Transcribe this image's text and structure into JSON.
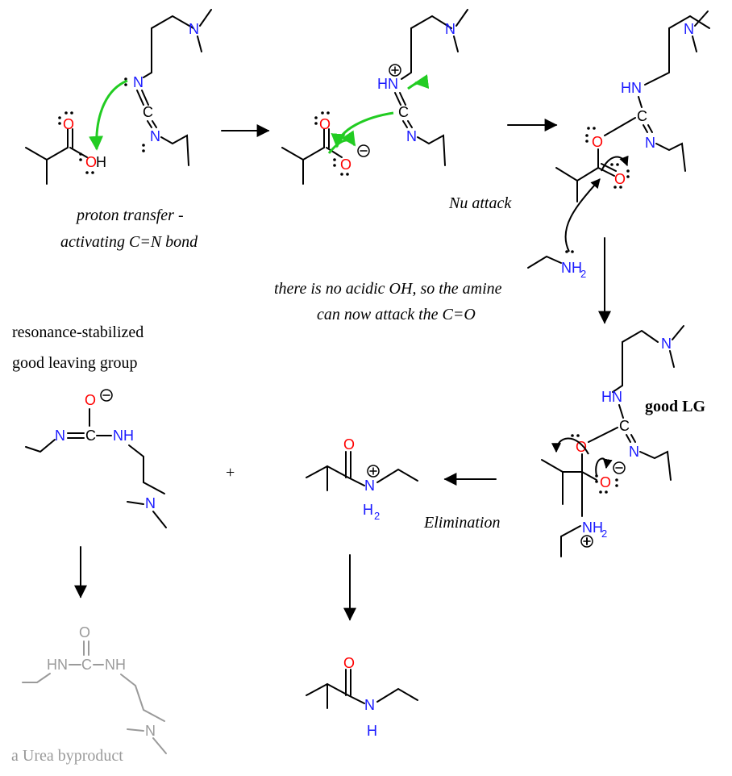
{
  "captions": {
    "step1": [
      "proton transfer -",
      "activating C=N bond"
    ],
    "step2": "Nu attack",
    "note": [
      "there is no acidic OH, so the amine",
      "can now attack the C=O"
    ],
    "resonance": [
      "resonance-stabilized",
      "good leaving group"
    ],
    "good_lg": "good LG",
    "elimination": "Elimination",
    "plus": "+",
    "urea": "a Urea byproduct"
  },
  "atoms": {
    "N": "N",
    "O": "O",
    "OH": "OH",
    "HN": "HN",
    "NH": "NH",
    "NH2": "NH",
    "sub2": "2",
    "C": "C",
    "H2": "H",
    "H": "H"
  },
  "colors": {
    "nitrogen": "#1a1aff",
    "oxygen": "#ff0000",
    "arrow_green": "#22cc22",
    "byproduct_gray": "#9a9a9a"
  }
}
